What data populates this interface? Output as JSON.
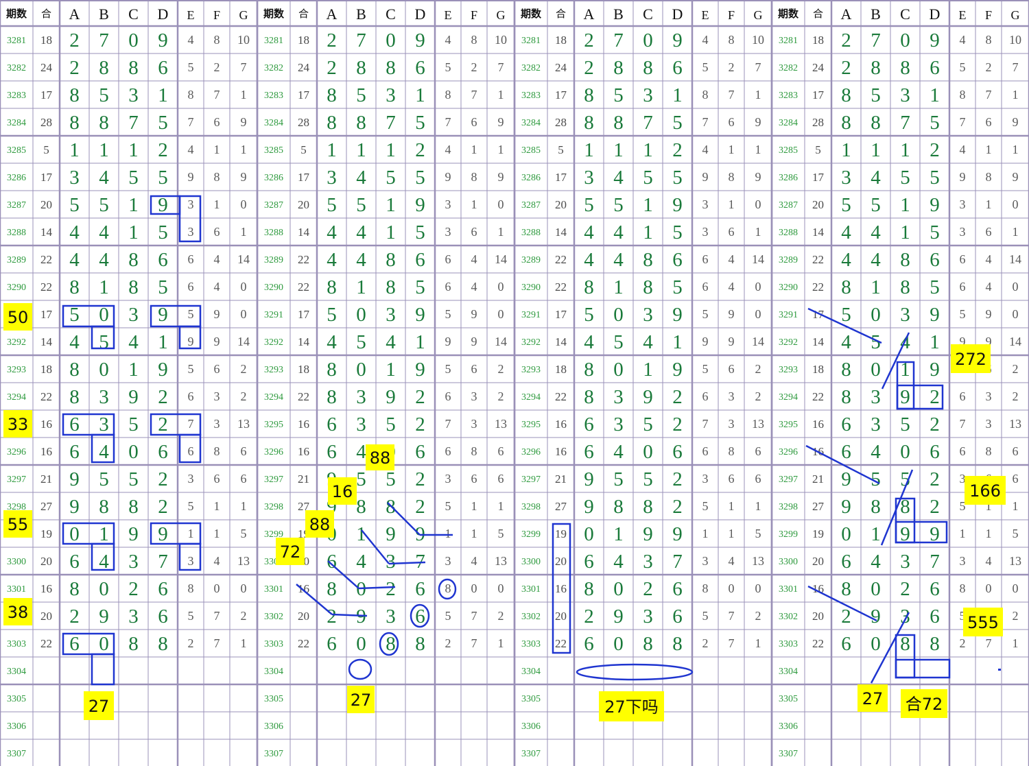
{
  "colors": {
    "grid": "#9a90b8",
    "digit": "#1a7a3a",
    "period": "#2e9a3e",
    "sum": "#4a4a4a",
    "small": "#5a5a5a",
    "header_text": "#111111",
    "mark": "#1f35d0",
    "note_bg": "#ffff00",
    "note_text": "#111111"
  },
  "table": {
    "headers": [
      "期数",
      "合",
      "A",
      "B",
      "C",
      "D",
      "E",
      "F",
      "G"
    ],
    "rows": [
      {
        "period": "3281",
        "sum": "18",
        "abcd": [
          "2",
          "7",
          "0",
          "9"
        ],
        "efg": [
          "4",
          "8",
          "10"
        ]
      },
      {
        "period": "3282",
        "sum": "24",
        "abcd": [
          "2",
          "8",
          "8",
          "6"
        ],
        "efg": [
          "5",
          "2",
          "7"
        ]
      },
      {
        "period": "3283",
        "sum": "17",
        "abcd": [
          "8",
          "5",
          "3",
          "1"
        ],
        "efg": [
          "8",
          "7",
          "1"
        ]
      },
      {
        "period": "3284",
        "sum": "28",
        "abcd": [
          "8",
          "8",
          "7",
          "5"
        ],
        "efg": [
          "7",
          "6",
          "9"
        ]
      },
      {
        "period": "3285",
        "sum": "5",
        "abcd": [
          "1",
          "1",
          "1",
          "2"
        ],
        "efg": [
          "4",
          "1",
          "1"
        ]
      },
      {
        "period": "3286",
        "sum": "17",
        "abcd": [
          "3",
          "4",
          "5",
          "5"
        ],
        "efg": [
          "9",
          "8",
          "9"
        ]
      },
      {
        "period": "3287",
        "sum": "20",
        "abcd": [
          "5",
          "5",
          "1",
          "9"
        ],
        "efg": [
          "3",
          "1",
          "0"
        ]
      },
      {
        "period": "3288",
        "sum": "14",
        "abcd": [
          "4",
          "4",
          "1",
          "5"
        ],
        "efg": [
          "3",
          "6",
          "1"
        ]
      },
      {
        "period": "3289",
        "sum": "22",
        "abcd": [
          "4",
          "4",
          "8",
          "6"
        ],
        "efg": [
          "6",
          "4",
          "14"
        ]
      },
      {
        "period": "3290",
        "sum": "22",
        "abcd": [
          "8",
          "1",
          "8",
          "5"
        ],
        "efg": [
          "6",
          "4",
          "0"
        ]
      },
      {
        "period": "3291",
        "sum": "17",
        "abcd": [
          "5",
          "0",
          "3",
          "9"
        ],
        "efg": [
          "5",
          "9",
          "0"
        ]
      },
      {
        "period": "3292",
        "sum": "14",
        "abcd": [
          "4",
          "5",
          "4",
          "1"
        ],
        "efg": [
          "9",
          "9",
          "14"
        ]
      },
      {
        "period": "3293",
        "sum": "18",
        "abcd": [
          "8",
          "0",
          "1",
          "9"
        ],
        "efg": [
          "5",
          "6",
          "2"
        ]
      },
      {
        "period": "3294",
        "sum": "22",
        "abcd": [
          "8",
          "3",
          "9",
          "2"
        ],
        "efg": [
          "6",
          "3",
          "2"
        ]
      },
      {
        "period": "3295",
        "sum": "16",
        "abcd": [
          "6",
          "3",
          "5",
          "2"
        ],
        "efg": [
          "7",
          "3",
          "13"
        ]
      },
      {
        "period": "3296",
        "sum": "16",
        "abcd": [
          "6",
          "4",
          "0",
          "6"
        ],
        "efg": [
          "6",
          "8",
          "6"
        ]
      },
      {
        "period": "3297",
        "sum": "21",
        "abcd": [
          "9",
          "5",
          "5",
          "2"
        ],
        "efg": [
          "3",
          "6",
          "6"
        ]
      },
      {
        "period": "3298",
        "sum": "27",
        "abcd": [
          "9",
          "8",
          "8",
          "2"
        ],
        "efg": [
          "5",
          "1",
          "1"
        ]
      },
      {
        "period": "3299",
        "sum": "19",
        "abcd": [
          "0",
          "1",
          "9",
          "9"
        ],
        "efg": [
          "1",
          "1",
          "5"
        ]
      },
      {
        "period": "3300",
        "sum": "20",
        "abcd": [
          "6",
          "4",
          "3",
          "7"
        ],
        "efg": [
          "3",
          "4",
          "13"
        ]
      },
      {
        "period": "3301",
        "sum": "16",
        "abcd": [
          "8",
          "0",
          "2",
          "6"
        ],
        "efg": [
          "8",
          "0",
          "0"
        ]
      },
      {
        "period": "3302",
        "sum": "20",
        "abcd": [
          "2",
          "9",
          "3",
          "6"
        ],
        "efg": [
          "5",
          "7",
          "2"
        ]
      },
      {
        "period": "3303",
        "sum": "22",
        "abcd": [
          "6",
          "0",
          "8",
          "8"
        ],
        "efg": [
          "2",
          "7",
          "1"
        ]
      },
      {
        "period": "3304",
        "sum": "",
        "abcd": [
          "",
          "",
          "",
          ""
        ],
        "efg": [
          "",
          "",
          ""
        ]
      },
      {
        "period": "3305",
        "sum": "",
        "abcd": [
          "",
          "",
          "",
          ""
        ],
        "efg": [
          "",
          "",
          ""
        ]
      },
      {
        "period": "3306",
        "sum": "",
        "abcd": [
          "",
          "",
          "",
          ""
        ],
        "efg": [
          "",
          "",
          ""
        ]
      },
      {
        "period": "3307",
        "sum": "",
        "abcd": [
          "",
          "",
          "",
          ""
        ],
        "efg": [
          "",
          "",
          ""
        ]
      }
    ]
  },
  "notes": [
    {
      "panel": 0,
      "text": "50"
    },
    {
      "panel": 0,
      "text": "33"
    },
    {
      "panel": 0,
      "text": "55"
    },
    {
      "panel": 0,
      "text": "38"
    },
    {
      "panel": 0,
      "text": "27"
    },
    {
      "panel": 1,
      "text": "88"
    },
    {
      "panel": 1,
      "text": "16"
    },
    {
      "panel": 1,
      "text": "88"
    },
    {
      "panel": 1,
      "text": "72"
    },
    {
      "panel": 1,
      "text": "27"
    },
    {
      "panel": 2,
      "text": "27下吗"
    },
    {
      "panel": 3,
      "text": "272"
    },
    {
      "panel": 3,
      "text": "166"
    },
    {
      "panel": 3,
      "text": "555"
    },
    {
      "panel": 3,
      "text": "27"
    },
    {
      "panel": 3,
      "text": "合72"
    }
  ]
}
